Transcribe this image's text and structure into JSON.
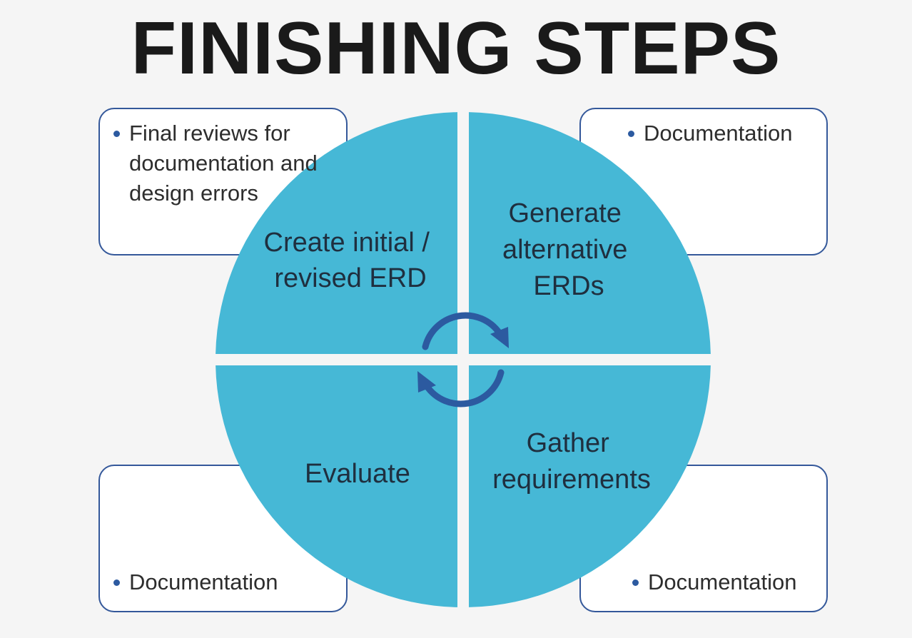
{
  "title": "FINISHING STEPS",
  "colors": {
    "quadrant_fill": "#46b8d6",
    "arrow": "#2c5aa0",
    "box_border": "#34589a",
    "title": "#1a1a1a"
  },
  "quadrants": {
    "top_left": {
      "label_lines": [
        "Create initial /",
        "revised ERD"
      ]
    },
    "top_right": {
      "label_lines": [
        "Generate",
        "alternative",
        "ERDs"
      ]
    },
    "bottom_left": {
      "label_lines": [
        "Evaluate"
      ]
    },
    "bottom_right": {
      "label_lines": [
        "Gather",
        "requirements"
      ]
    }
  },
  "notes": {
    "top_left": {
      "items": [
        "Final reviews for documentation and design errors"
      ]
    },
    "top_right": {
      "items": [
        "Documentation"
      ]
    },
    "bottom_left": {
      "items": [
        "Documentation"
      ]
    },
    "bottom_right": {
      "items": [
        "Documentation"
      ]
    }
  },
  "cycle_icon": "circular-arrows-icon"
}
